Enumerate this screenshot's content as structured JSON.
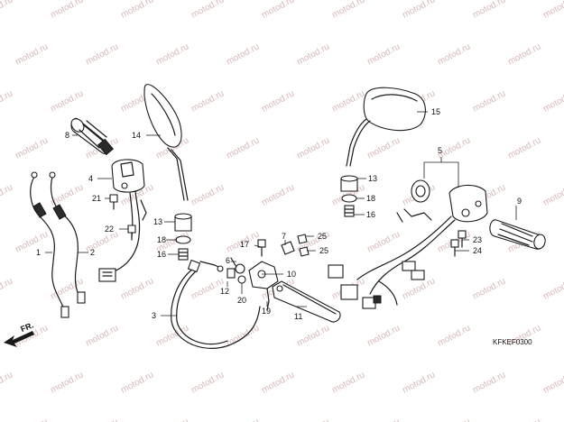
{
  "watermark": "motod.ru",
  "diagram_code": "KFKEF0300",
  "direction": "FR.",
  "callouts": {
    "c1": "1",
    "c2": "2",
    "c3": "3",
    "c4": "4",
    "c5": "5",
    "c6": "6",
    "c7": "7",
    "c8": "8",
    "c9": "9",
    "c10": "10",
    "c11": "11",
    "c12": "12",
    "c13a": "13",
    "c13b": "13",
    "c14": "14",
    "c15": "15",
    "c16a": "16",
    "c16b": "16",
    "c17": "17",
    "c18a": "18",
    "c18b": "18",
    "c19": "19",
    "c20": "20",
    "c21": "21",
    "c22": "22",
    "c23": "23",
    "c24": "24",
    "c25a": "25",
    "c25b": "25"
  }
}
